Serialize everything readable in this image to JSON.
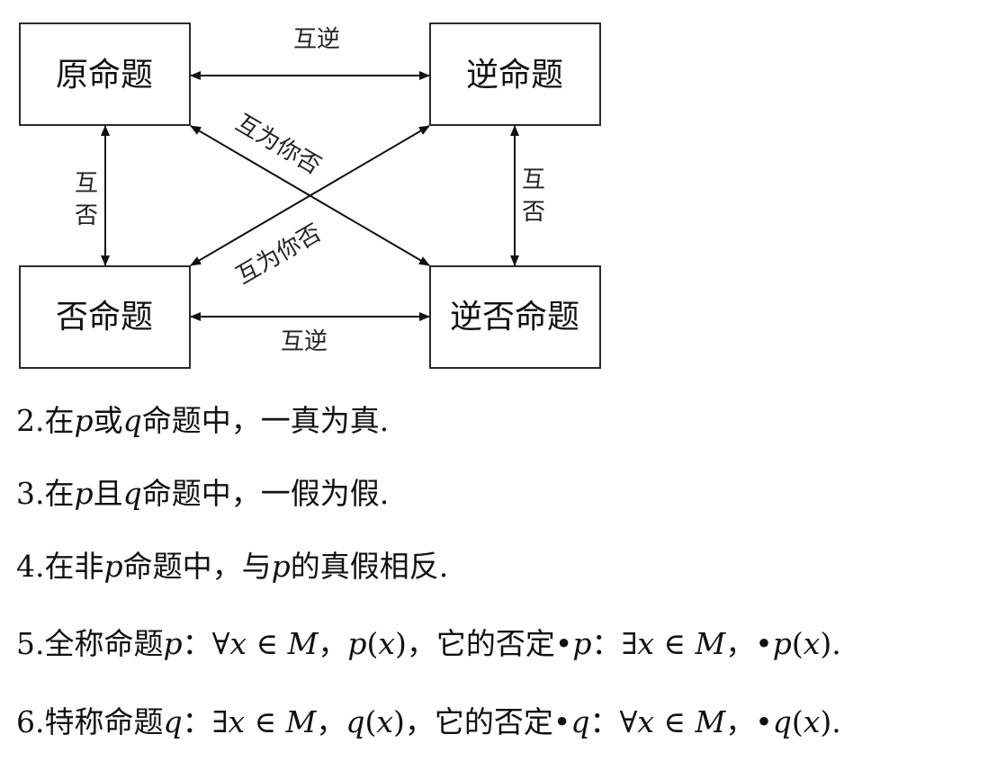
{
  "diagram": {
    "boxes": {
      "original": "原命题",
      "converse": "逆命题",
      "inverse": "否命题",
      "contrapositive": "逆否命题"
    },
    "relations": {
      "top_converse": "互逆",
      "bottom_converse": "互逆",
      "left_negation_line1": "互",
      "left_negation_line2": "否",
      "right_negation_line1": "互",
      "right_negation_line2": "否",
      "diag_down": "互为你否",
      "diag_up": "互为你否"
    }
  },
  "rules": [
    {
      "num": "2.",
      "t1": "在",
      "v1": "p",
      "t2": "或",
      "v2": "q",
      "t3": "命题中，一真为真."
    },
    {
      "num": "3.",
      "t1": "在",
      "v1": "p",
      "t2": "且",
      "v2": "q",
      "t3": "命题中，一假为假."
    },
    {
      "num": "4.",
      "t1": "在非",
      "v1": "p",
      "t2": "命题中，与",
      "v2": "p",
      "t3": "的真假相反."
    },
    {
      "num": "5.",
      "t1": "全称命题",
      "v1": "p",
      "colon1": "：",
      "q1": "∀",
      "x1": "x",
      "in1": " ∈ ",
      "set1": "M",
      "comma1": "，",
      "f1": "p",
      "paren1": "(",
      "x2": "x",
      "paren2": ")",
      "t2": "，它的否定",
      "neg1": "•",
      "v2": "p",
      "colon2": "：",
      "q2": "∃",
      "x3": "x",
      "in2": " ∈ ",
      "set2": "M",
      "comma2": "，",
      "neg2": "•",
      "f2": "p",
      "paren3": "(",
      "x4": "x",
      "paren4": ")",
      "end": "."
    },
    {
      "num": "6.",
      "t1": "特称命题",
      "v1": "q",
      "colon1": "：",
      "q1": "∃",
      "x1": "x",
      "in1": " ∈ ",
      "set1": "M",
      "comma1": "，",
      "f1": "q",
      "paren1": "(",
      "x2": "x",
      "paren2": ")",
      "t2": "，它的否定",
      "neg1": "•",
      "v2": "q",
      "colon2": "：",
      "q2": "∀",
      "x3": "x",
      "in2": " ∈ ",
      "set2": "M",
      "comma2": "，",
      "neg2": "•",
      "f2": "q",
      "paren3": "(",
      "x4": "x",
      "paren4": ")",
      "end": "."
    }
  ]
}
